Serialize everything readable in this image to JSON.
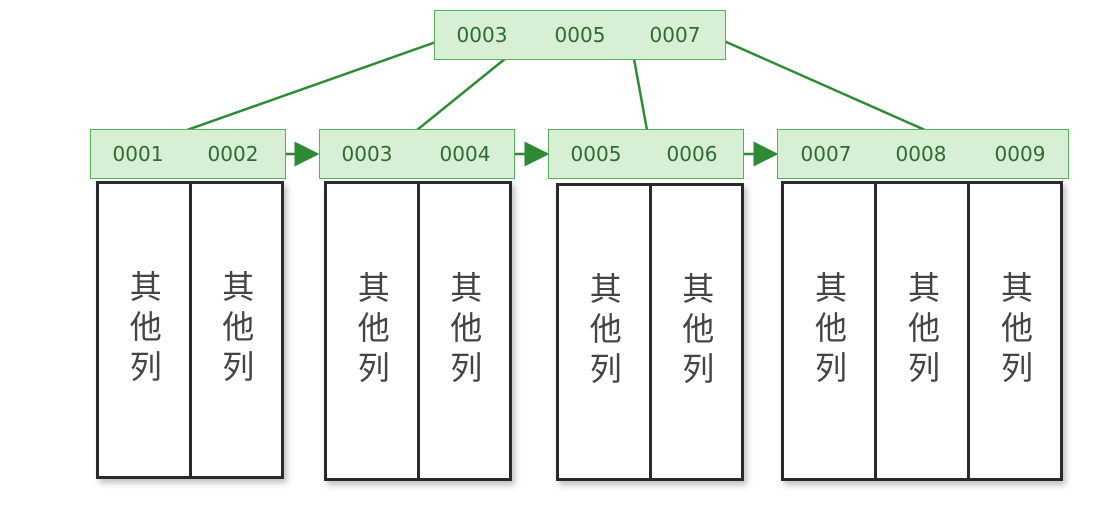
{
  "root": {
    "keys": [
      "0003",
      "0005",
      "0007"
    ]
  },
  "leaves": [
    {
      "keys": [
        "0001",
        "0002"
      ],
      "cells": [
        "其他列",
        "其他列"
      ]
    },
    {
      "keys": [
        "0003",
        "0004"
      ],
      "cells": [
        "其他列",
        "其他列"
      ]
    },
    {
      "keys": [
        "0005",
        "0006"
      ],
      "cells": [
        "其他列",
        "其他列"
      ]
    },
    {
      "keys": [
        "0007",
        "0008",
        "0009"
      ],
      "cells": [
        "其他列",
        "其他列",
        "其他列"
      ]
    }
  ],
  "colors": {
    "line": "#2e8b35",
    "box_fill": "#d7efd4",
    "box_border": "#58b05a",
    "text": "#2f6b33"
  }
}
